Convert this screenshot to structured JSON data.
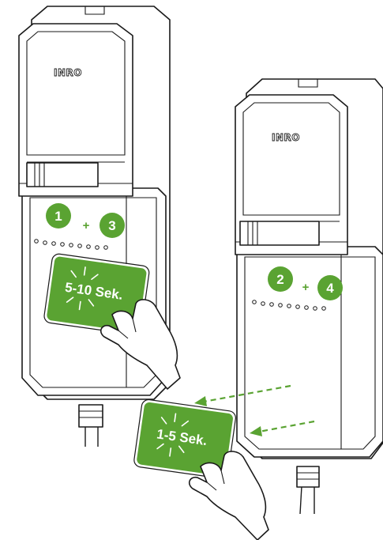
{
  "left_unit": {
    "brand": "INRO",
    "badges": [
      "1",
      "3"
    ],
    "plus": "+",
    "card_label": "5-10 Sek."
  },
  "right_unit": {
    "brand": "INRO",
    "badges": [
      "2",
      "4"
    ],
    "plus": "+",
    "card_label": "1-5 Sek."
  },
  "colors": {
    "accent_green": "#5aa332",
    "outline": "#1a1a1a",
    "background": "#ffffff"
  }
}
